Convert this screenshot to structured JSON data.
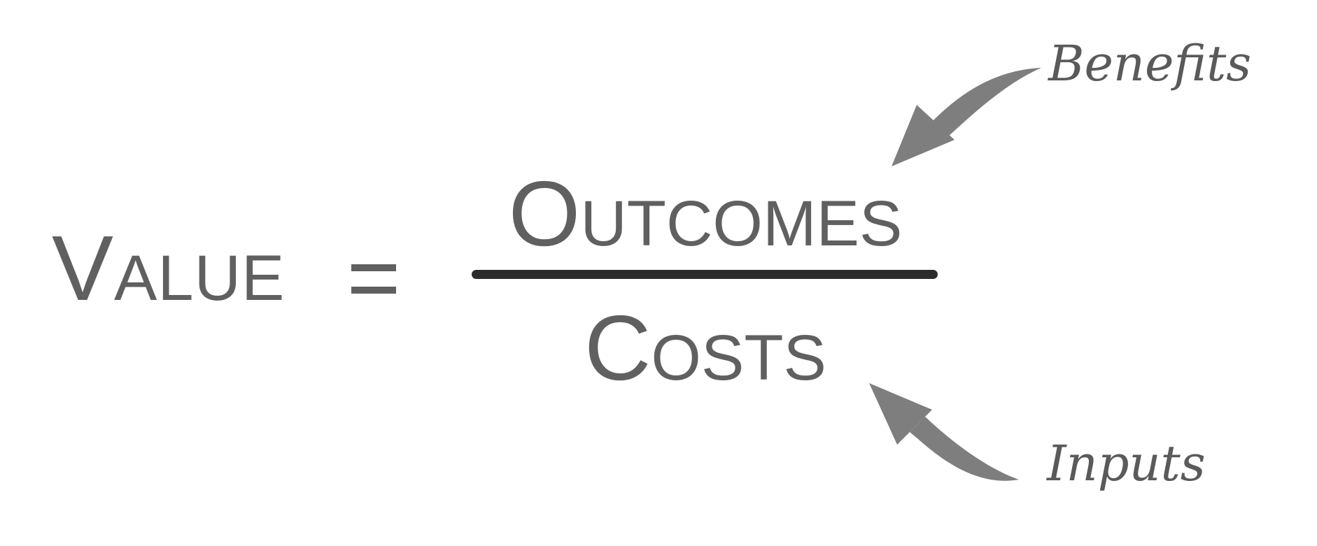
{
  "equation": {
    "left_term": "Value",
    "equals_sign": "=",
    "numerator": "Outcomes",
    "denominator": "Costs"
  },
  "annotations": {
    "numerator_note": "Benefits",
    "denominator_note": "Inputs"
  },
  "colors": {
    "text": "#606060",
    "fraction_line": "#2c2c2c",
    "arrow": "#7e7e7e",
    "background": "#ffffff"
  }
}
